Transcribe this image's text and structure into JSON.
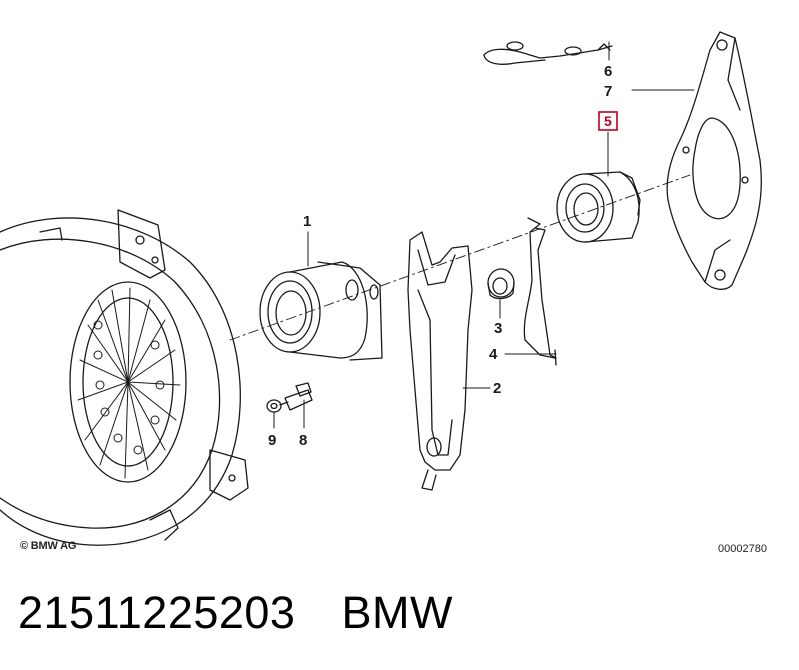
{
  "diagram": {
    "callouts": {
      "c1": "1",
      "c2": "2",
      "c3": "3",
      "c4": "4",
      "c5": "5",
      "c6": "6",
      "c7": "7",
      "c8": "8",
      "c9": "9"
    },
    "highlight_color": "#c0001a",
    "copyright": "© BMW AG",
    "diagram_id": "00002780"
  },
  "caption": {
    "part_number": "21511225203",
    "brand": "BMW"
  }
}
